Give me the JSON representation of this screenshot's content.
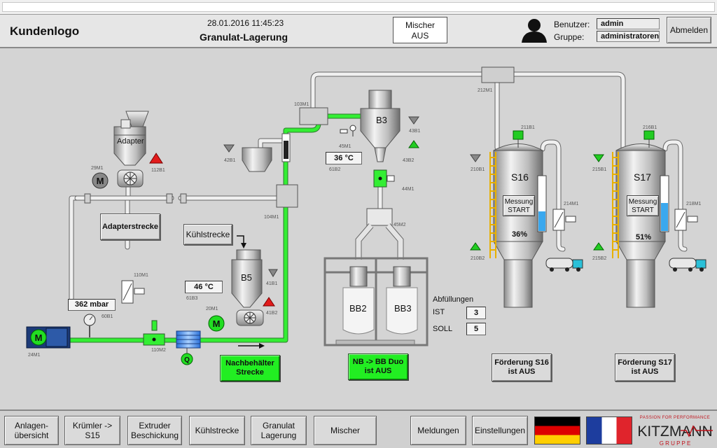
{
  "header": {
    "logo_text": "Kundenlogo",
    "datetime": "28.01.2016 11:45:23",
    "title": "Granulat-Lagerung",
    "mixer_status": "Mischer\nAUS",
    "user_label": "Benutzer:",
    "group_label": "Gruppe:",
    "user_value": "admin",
    "group_value": "administratoren",
    "logout_label": "Abmelden"
  },
  "process": {
    "adapter_label": "Adapter",
    "adapter_section_button": "Adapterstrecke",
    "cooling_button": "Kühlstrecke",
    "pressure_value": "362 mbar",
    "temp_b5": "46 °C",
    "temp_b3": "36 °C",
    "b5_label": "B5",
    "b3_label": "B3",
    "bb2_label": "BB2",
    "bb3_label": "BB3",
    "s16_label": "S16",
    "s17_label": "S17",
    "s16_measure": "Messung\nSTART",
    "s17_measure": "Messung\nSTART",
    "s16_level_text": "36%",
    "s17_level_text": "51%",
    "s16_level": 0.36,
    "s17_level": 0.51,
    "fillings_label": "Abfüllungen",
    "ist_label": "IST",
    "soll_label": "SOLL",
    "ist_value": "3",
    "soll_value": "5",
    "afterbin_button": "Nachbehälter\nStrecke",
    "nb_bb_button": "NB -> BB Duo\nist AUS",
    "s16_conveying": "Förderung S16\nist AUS",
    "s17_conveying": "Förderung S17\nist AUS",
    "motor_symbol": "M",
    "flow_symbol": "Q",
    "tags": {
      "t29M1": "29M1",
      "t112B1": "112B1",
      "t24M1": "24M1",
      "t60B1": "60B1",
      "t110M1": "110M1",
      "t110M2": "110M2",
      "t20M1": "20M1",
      "t61B3": "61B3",
      "t41B1": "41B1",
      "t41B2": "41B2",
      "t42B1": "42B1",
      "t103M1": "103M1",
      "t104M1": "104M1",
      "t45M1": "45M1",
      "t61B2": "61B2",
      "t43B1": "43B1",
      "t43B2": "43B2",
      "t44M1": "44M1",
      "t45M2": "45M2",
      "t212M1": "212M1",
      "t211B1": "211B1",
      "t210B1": "210B1",
      "t210B2": "210B2",
      "t214M1": "214M1",
      "t216B1": "216B1",
      "t215B1": "215B1",
      "t215B2": "215B2",
      "t218M1": "218M1"
    }
  },
  "footer": {
    "nav": [
      "Anlagen-\nübersicht",
      "Krümler ->\nS15",
      "Extruder\nBeschickung",
      "Kühlstrecke",
      "Granulat\nLagerung",
      "Mischer",
      "Meldungen",
      "Einstellungen"
    ],
    "brand_tagline": "PASSION FOR PERFORMANCE",
    "brand_name": "KITZMANN",
    "brand_group": "G R U P P E"
  },
  "colors": {
    "pipe_active": "#33ee33",
    "pipe_idle": "#f0f0f0",
    "sensor_alarm": "#e21b1b",
    "sensor_ok": "#22cc22",
    "level_fill": "#3aa8ee",
    "ladder": "#e8b000",
    "brand_red": "#c0121b"
  }
}
